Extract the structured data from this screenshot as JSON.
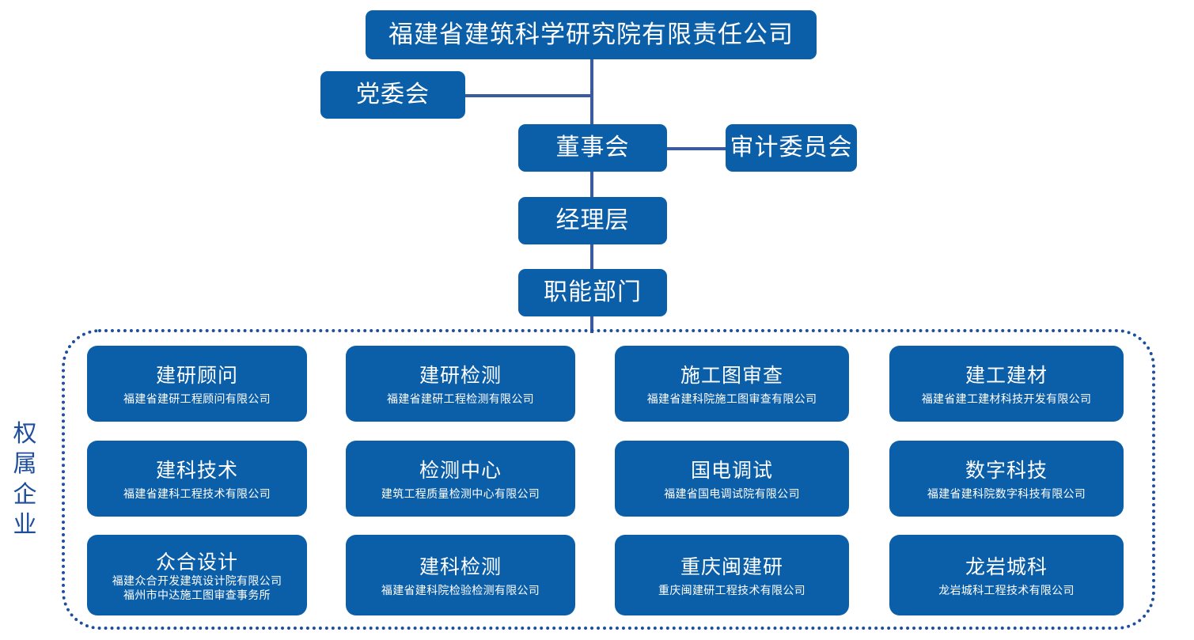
{
  "colors": {
    "box_fill": "#0B5EA8",
    "box_text": "#FFFFFF",
    "connector": "#3A5BA0",
    "group_border": "#1F4E9C",
    "group_label_text": "#1F4E9C",
    "background": "#FFFFFF"
  },
  "hierarchy": {
    "company": {
      "title": "福建省建筑科学研究院有限责任公司"
    },
    "party_committee": {
      "title": "党委会"
    },
    "board_of_directors": {
      "title": "董事会"
    },
    "audit_committee": {
      "title": "审计委员会"
    },
    "management": {
      "title": "经理层"
    },
    "functional_departments": {
      "title": "职能部门"
    }
  },
  "group": {
    "label_chars": [
      "权",
      "属",
      "企",
      "业"
    ],
    "label_text": "权属企业"
  },
  "subsidiaries": [
    {
      "short_name": "建研顾问",
      "full_names": [
        "福建省建研工程顾问有限公司"
      ]
    },
    {
      "short_name": "建研检测",
      "full_names": [
        "福建省建研工程检测有限公司"
      ]
    },
    {
      "short_name": "施工图审查",
      "full_names": [
        "福建省建科院施工图审查有限公司"
      ]
    },
    {
      "short_name": "建工建材",
      "full_names": [
        "福建省建工建材科技开发有限公司"
      ]
    },
    {
      "short_name": "建科技术",
      "full_names": [
        "福建省建科工程技术有限公司"
      ]
    },
    {
      "short_name": "检测中心",
      "full_names": [
        "建筑工程质量检测中心有限公司"
      ]
    },
    {
      "short_name": "国电调试",
      "full_names": [
        "福建省国电调试院有限公司"
      ]
    },
    {
      "short_name": "数字科技",
      "full_names": [
        "福建省建科院数字科技有限公司"
      ]
    },
    {
      "short_name": "众合设计",
      "full_names": [
        "福建众合开发建筑设计院有限公司",
        "福州市中达施工图审查事务所"
      ]
    },
    {
      "short_name": "建科检测",
      "full_names": [
        "福建省建科院检验检测有限公司"
      ]
    },
    {
      "short_name": "重庆闽建研",
      "full_names": [
        "重庆闽建研工程技术有限公司"
      ]
    },
    {
      "short_name": "龙岩城科",
      "full_names": [
        "龙岩城科工程技术有限公司"
      ]
    }
  ]
}
